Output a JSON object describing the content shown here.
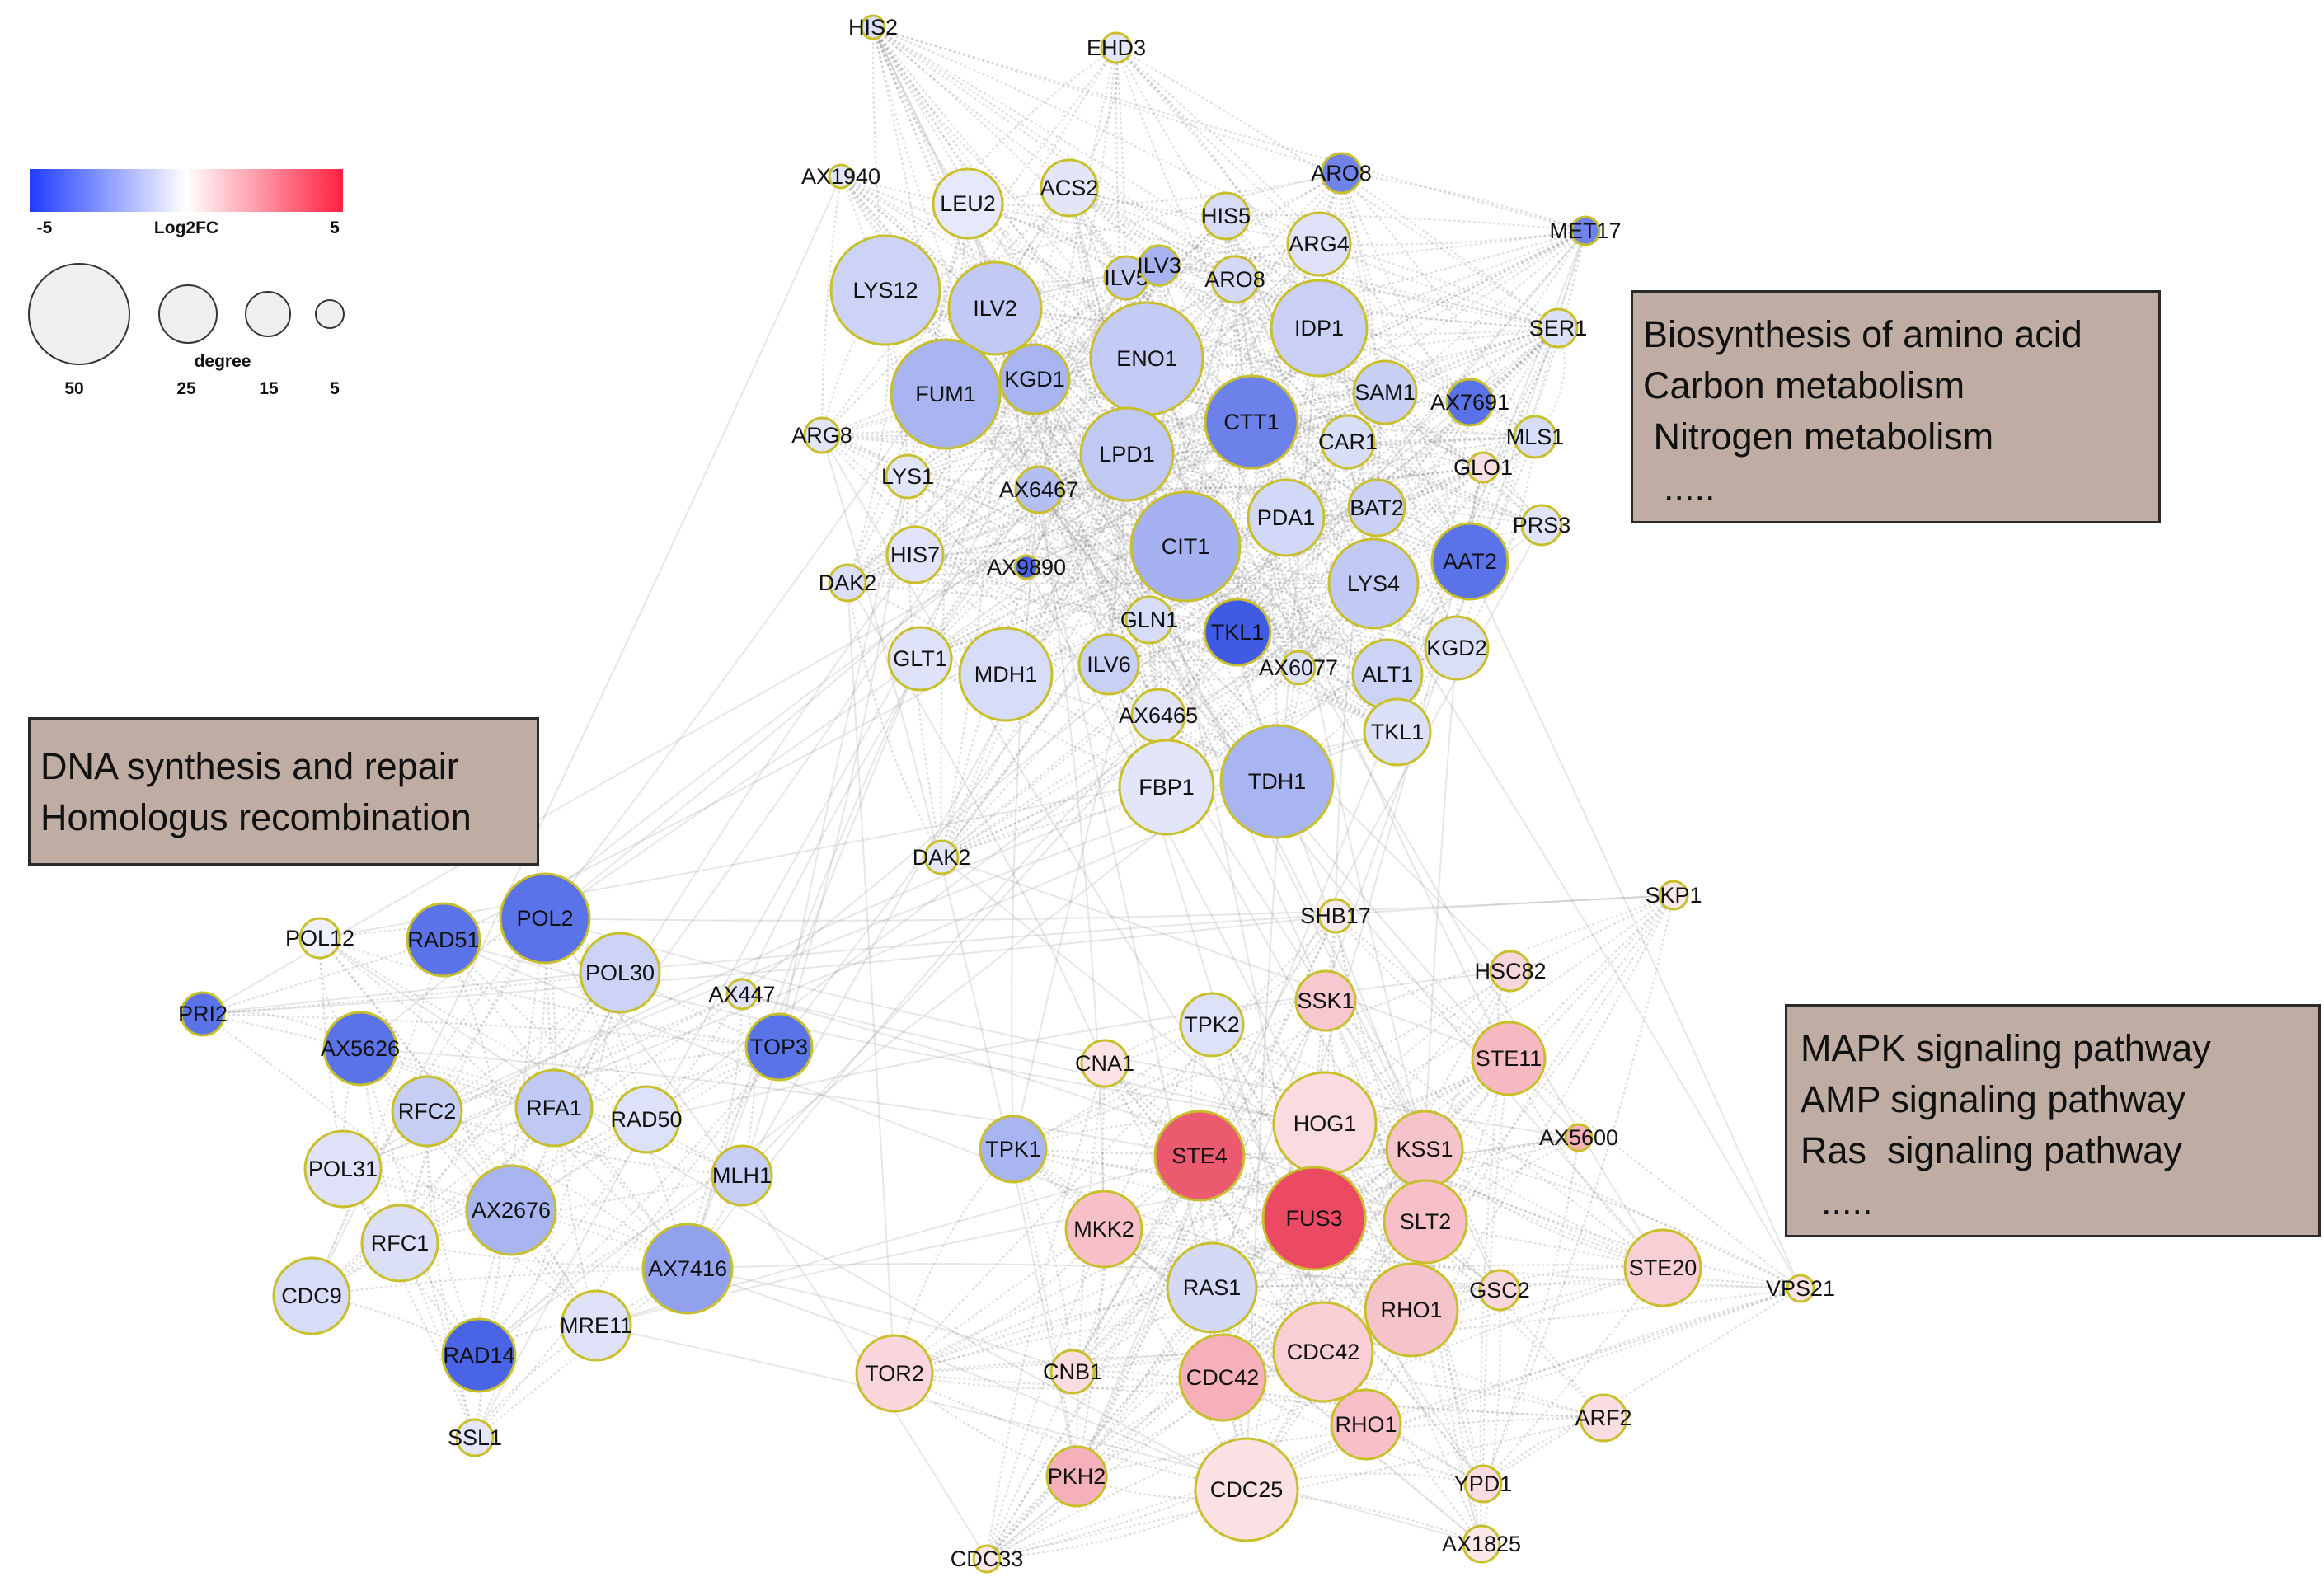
{
  "legend": {
    "color_label": "Log2FC",
    "color_min": "-5",
    "color_max": "5",
    "size_label": "degree",
    "size_values": [
      "50",
      "25",
      "15",
      "5"
    ],
    "colors": {
      "low": "#1f3cff",
      "mid": "#ffffff",
      "high": "#ff2040"
    }
  },
  "annotations": {
    "amino": [
      "Biosynthesis of amino acid",
      "Carbon  metabolism",
      " Nitrogen metabolism",
      "  ....."
    ],
    "dna": [
      "DNA synthesis and repair",
      "Homologus recombination"
    ],
    "mapk": [
      "MAPK signaling pathway",
      "AMP signaling pathway",
      "Ras  signaling pathway",
      "  ....."
    ]
  },
  "nodes": {
    "amino": [
      "HIS2",
      "EHD3",
      "AX1940",
      "LEU2",
      "ACS2",
      "ARO8",
      "HIS5",
      "MET17",
      "ARG4",
      "LYS12",
      "ILV2",
      "ILV5",
      "ILV3",
      "ARO8",
      "IDP1",
      "SER1",
      "ENO1",
      "KGD1",
      "FUM1",
      "SAM1",
      "AX7691",
      "CTT1",
      "ARG8",
      "CAR1",
      "MLS1",
      "LPD1",
      "GLO1",
      "LYS1",
      "AX6467",
      "PDA1",
      "BAT2",
      "PRS3",
      "CIT1",
      "HIS7",
      "AX9890",
      "AAT2",
      "DAK2",
      "LYS4",
      "GLN1",
      "TKL1",
      "AX6077",
      "KGD2",
      "GLT1",
      "MDH1",
      "ILV6",
      "ALT1",
      "AX6465",
      "TKL1",
      "FBP1",
      "TDH1",
      "DAK2"
    ],
    "dna": [
      "POL12",
      "POL2",
      "RAD51",
      "POL30",
      "AX447",
      "PRI2",
      "TOP3",
      "AX5626",
      "RFC2",
      "RFA1",
      "RAD50",
      "POL31",
      "MLH1",
      "AX2676",
      "RFC1",
      "CDC9",
      "AX7416",
      "MRE11",
      "RAD14",
      "SSL1"
    ],
    "mapk": [
      "SHB17",
      "SKP1",
      "HSC82",
      "SSK1",
      "TPK2",
      "CNA1",
      "STE11",
      "HOG1",
      "KSS1",
      "AX5600",
      "TPK1",
      "STE4",
      "FUS3",
      "MKK2",
      "SLT2",
      "STE20",
      "RAS1",
      "RHO1",
      "GSC2",
      "VPS21",
      "TOR2",
      "CNB1",
      "CDC42",
      "CDC42",
      "RHO1",
      "ARF2",
      "PKH2",
      "CDC25",
      "YPD1",
      "AX1825",
      "CDC33"
    ]
  }
}
